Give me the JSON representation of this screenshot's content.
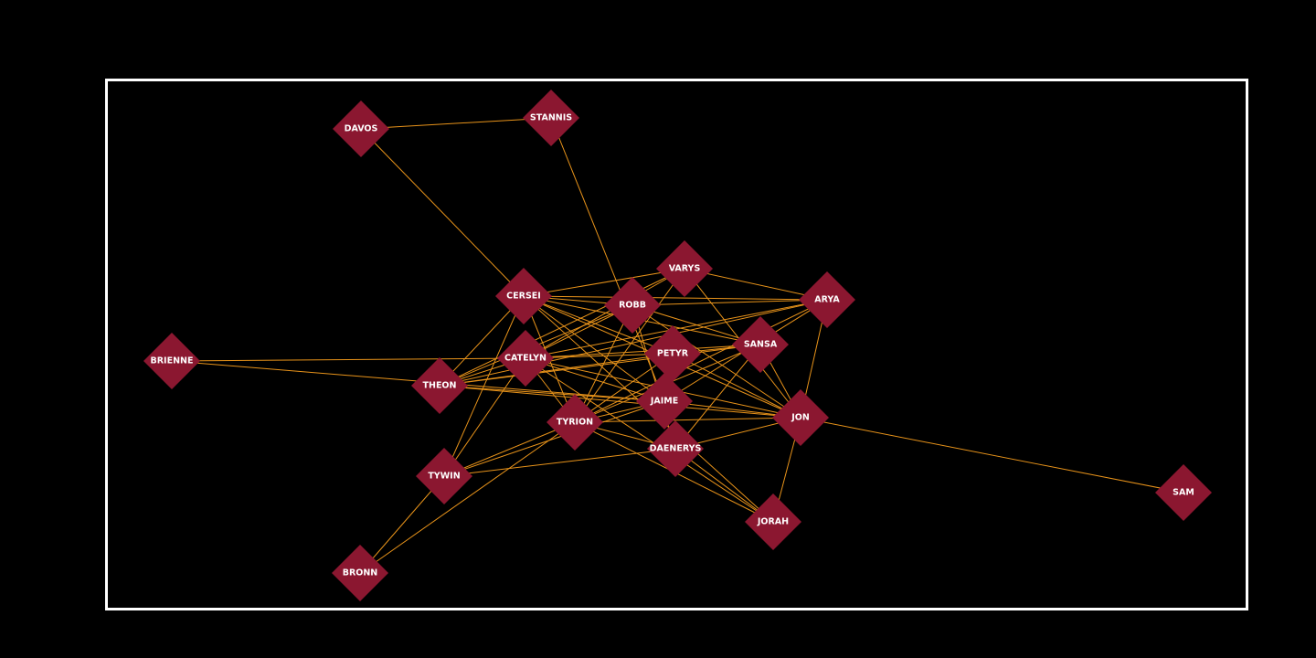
{
  "graph": {
    "node_color": "#8b1730",
    "edge_color": "#e8931a",
    "label_color": "#ffffff",
    "background": "#000000",
    "frame_color": "#ffffff",
    "node_shape": "diamond",
    "nodes": [
      {
        "id": "DAVOS"
      },
      {
        "id": "STANNIS"
      },
      {
        "id": "CERSEI"
      },
      {
        "id": "VARYS"
      },
      {
        "id": "ROBB"
      },
      {
        "id": "ARYA"
      },
      {
        "id": "SANSA"
      },
      {
        "id": "PETYR"
      },
      {
        "id": "CATELYN"
      },
      {
        "id": "BRIENNE"
      },
      {
        "id": "THEON"
      },
      {
        "id": "JAIME"
      },
      {
        "id": "JON"
      },
      {
        "id": "TYRION"
      },
      {
        "id": "DAENERYS"
      },
      {
        "id": "TYWIN"
      },
      {
        "id": "JORAH"
      },
      {
        "id": "SAM"
      },
      {
        "id": "BRONN"
      }
    ],
    "edges": [
      [
        "DAVOS",
        "STANNIS"
      ],
      [
        "DAVOS",
        "CERSEI"
      ],
      [
        "STANNIS",
        "JAIME"
      ],
      [
        "BRIENNE",
        "CATELYN"
      ],
      [
        "BRIENNE",
        "JAIME"
      ],
      [
        "CERSEI",
        "VARYS"
      ],
      [
        "CERSEI",
        "ROBB"
      ],
      [
        "CERSEI",
        "ARYA"
      ],
      [
        "CERSEI",
        "SANSA"
      ],
      [
        "CERSEI",
        "PETYR"
      ],
      [
        "CERSEI",
        "JAIME"
      ],
      [
        "CERSEI",
        "TYRION"
      ],
      [
        "CERSEI",
        "TYWIN"
      ],
      [
        "CERSEI",
        "JON"
      ],
      [
        "CERSEI",
        "THEON"
      ],
      [
        "CERSEI",
        "JORAH"
      ],
      [
        "VARYS",
        "ARYA"
      ],
      [
        "VARYS",
        "THEON"
      ],
      [
        "VARYS",
        "TYRION"
      ],
      [
        "VARYS",
        "JON"
      ],
      [
        "VARYS",
        "CATELYN"
      ],
      [
        "ROBB",
        "ARYA"
      ],
      [
        "ROBB",
        "THEON"
      ],
      [
        "ROBB",
        "CATELYN"
      ],
      [
        "ROBB",
        "SANSA"
      ],
      [
        "ROBB",
        "JON"
      ],
      [
        "ROBB",
        "TYRION"
      ],
      [
        "ROBB",
        "DAENERYS"
      ],
      [
        "ARYA",
        "JON"
      ],
      [
        "ARYA",
        "CATELYN"
      ],
      [
        "ARYA",
        "TYRION"
      ],
      [
        "ARYA",
        "JAIME"
      ],
      [
        "ARYA",
        "THEON"
      ],
      [
        "SANSA",
        "PETYR"
      ],
      [
        "SANSA",
        "TYRION"
      ],
      [
        "SANSA",
        "CATELYN"
      ],
      [
        "SANSA",
        "JON"
      ],
      [
        "SANSA",
        "DAENERYS"
      ],
      [
        "SANSA",
        "THEON"
      ],
      [
        "PETYR",
        "CATELYN"
      ],
      [
        "PETYR",
        "TYRION"
      ],
      [
        "PETYR",
        "JAIME"
      ],
      [
        "PETYR",
        "THEON"
      ],
      [
        "PETYR",
        "JON"
      ],
      [
        "CATELYN",
        "JAIME"
      ],
      [
        "CATELYN",
        "THEON"
      ],
      [
        "CATELYN",
        "TYRION"
      ],
      [
        "CATELYN",
        "TYWIN"
      ],
      [
        "CATELYN",
        "JON"
      ],
      [
        "CATELYN",
        "JORAH"
      ],
      [
        "THEON",
        "JAIME"
      ],
      [
        "THEON",
        "JON"
      ],
      [
        "JAIME",
        "TYRION"
      ],
      [
        "JAIME",
        "JON"
      ],
      [
        "JAIME",
        "TYWIN"
      ],
      [
        "TYRION",
        "DAENERYS"
      ],
      [
        "TYRION",
        "TYWIN"
      ],
      [
        "TYRION",
        "BRONN"
      ],
      [
        "TYRION",
        "JON"
      ],
      [
        "TYRION",
        "JORAH"
      ],
      [
        "DAENERYS",
        "JORAH"
      ],
      [
        "DAENERYS",
        "JON"
      ],
      [
        "DAENERYS",
        "TYWIN"
      ],
      [
        "JON",
        "SAM"
      ],
      [
        "JON",
        "JORAH"
      ],
      [
        "TYWIN",
        "BRONN"
      ]
    ]
  }
}
